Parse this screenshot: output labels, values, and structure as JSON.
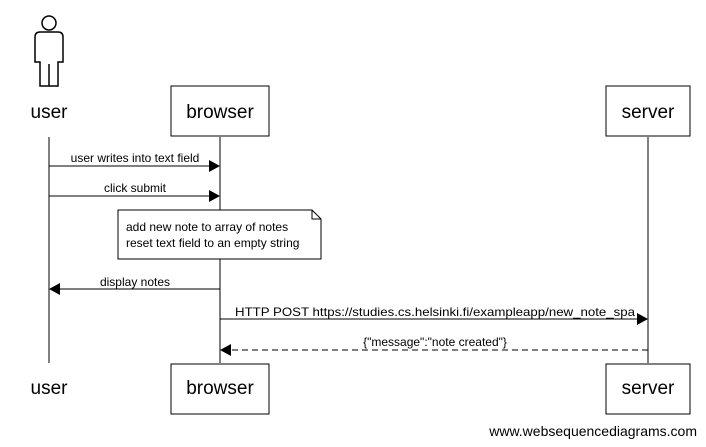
{
  "participants": [
    {
      "id": "user",
      "label": "user",
      "kind": "actor"
    },
    {
      "id": "browser",
      "label": "browser",
      "kind": "box"
    },
    {
      "id": "server",
      "label": "server",
      "kind": "box"
    }
  ],
  "messages": [
    {
      "from": "user",
      "to": "browser",
      "text": "user writes into text field",
      "style": "solid"
    },
    {
      "from": "user",
      "to": "browser",
      "text": "click submit",
      "style": "solid"
    },
    {
      "from": "browser",
      "to": "user",
      "text": "display notes",
      "style": "solid"
    },
    {
      "from": "browser",
      "to": "server",
      "text": "HTTP POST https://studies.cs.helsinki.fi/exampleapp/new_note_spa",
      "style": "solid"
    },
    {
      "from": "server",
      "to": "browser",
      "text": "{\"message\":\"note created\"}",
      "style": "dashed"
    }
  ],
  "note": {
    "over": "browser",
    "lines": [
      "add new note to array of notes",
      "reset text field to an empty string"
    ]
  },
  "watermark": "www.websequencediagrams.com"
}
